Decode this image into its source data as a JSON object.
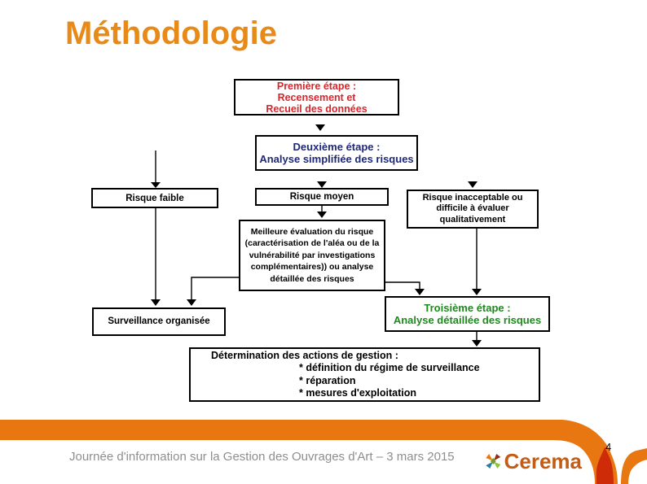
{
  "slide": {
    "title": "Méthodologie",
    "page_number": "4",
    "footer": "Journée d'information sur la Gestion des Ouvrages d'Art – 3 mars 2015",
    "logo_text": "Cerema"
  },
  "colors": {
    "title_orange": "#E78A17",
    "ribbon_orange": "#E87611",
    "ribbon_drop_red": "#CE2C09",
    "step1_red": "#D8262C",
    "step2_navy": "#1F2878",
    "step3_green": "#1E8A1E",
    "footer_gray": "#8E8E8E",
    "cerema_brand": "#C35C15"
  },
  "flowchart": {
    "premiere": {
      "lines": [
        "Première étape :",
        "Recensement et",
        "Recueil des données"
      ]
    },
    "deuxieme": {
      "lines": [
        "Deuxième étape :",
        "Analyse simplifiée des risques"
      ]
    },
    "risque_faible": {
      "lines": [
        "Risque faible"
      ]
    },
    "risque_moyen": {
      "lines": [
        "Risque moyen"
      ]
    },
    "risque_inacceptable": {
      "lines": [
        "Risque inacceptable ou",
        "difficile à évaluer",
        "qualitativement"
      ]
    },
    "meilleure_evaluation": {
      "lines": [
        "Meilleure évaluation du risque",
        "(caractérisation de l'aléa ou de la",
        "vulnérabilité par investigations",
        "complémentaires)) ou analyse",
        "détaillée des risques"
      ]
    },
    "troisieme": {
      "lines": [
        "Troisième étape :",
        "Analyse détaillée des risques"
      ]
    },
    "surveillance": {
      "lines": [
        "Surveillance organisée"
      ]
    },
    "determination": {
      "title": "Détermination des actions de gestion :",
      "items": [
        "* définition du régime de surveillance",
        "* réparation",
        "* mesures d'exploitation"
      ]
    }
  }
}
